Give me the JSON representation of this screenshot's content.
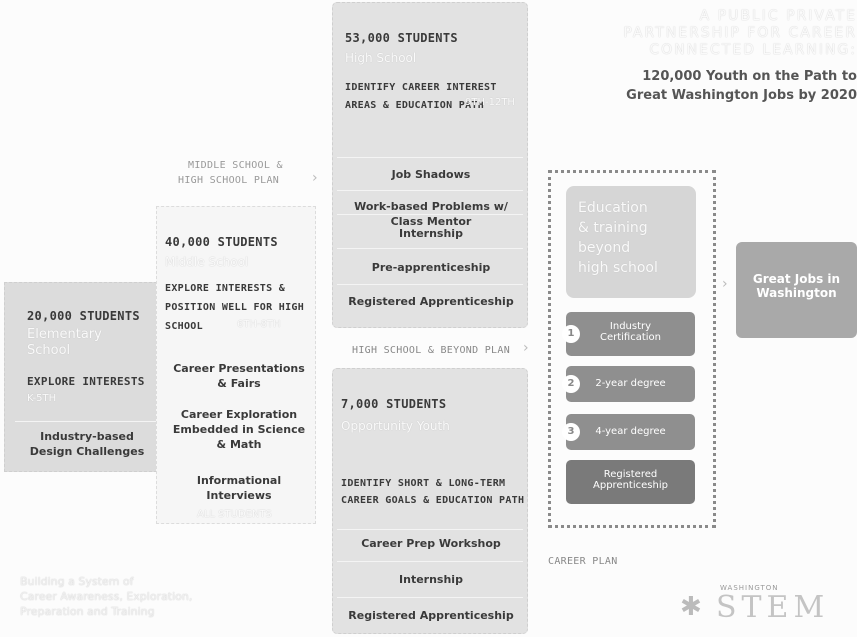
{
  "title": {
    "line1": "A PUBLIC PRIVATE",
    "line2": "PARTNERSHIP FOR CAREER",
    "line3": "CONNECTED LEARNING:",
    "goal1": "120,000 Youth on the Path to",
    "goal2": "Great Washington Jobs by 2020"
  },
  "col_elementary": {
    "heading": "20,000 STUDENTS",
    "sub1": "Elementary",
    "sub2": "School",
    "goal": "EXPLORE INTERESTS",
    "goal_sub": "K-5TH",
    "activity": "Industry-based Design Challenges"
  },
  "col_middle": {
    "plan_label1": "MIDDLE SCHOOL &",
    "plan_label2": "HIGH SCHOOL PLAN",
    "heading": "40,000 STUDENTS",
    "sub": "Middle School",
    "goal": "EXPLORE INTERESTS & POSITION WELL FOR HIGH SCHOOL",
    "goal_sub": "6TH-8TH",
    "activities": [
      "Career Presentations & Fairs",
      "Career Exploration Embedded in Science & Math",
      "Informational Interviews"
    ],
    "footer": "ALL STUDENTS"
  },
  "col_high": {
    "heading": "53,000 STUDENTS",
    "sub": "High School",
    "goal": "IDENTIFY CAREER INTEREST AREAS & EDUCATION PATH",
    "goal_sub": "9TH-12TH",
    "activities": [
      "Job Shadows",
      "Work-based Problems w/ Class Mentor",
      "Internship",
      "Pre-apprenticeship",
      "Registered Apprenticeship"
    ]
  },
  "hs_plan_label": "HIGH SCHOOL & BEYOND PLAN",
  "col_youth": {
    "heading": "7,000 STUDENTS",
    "sub": "Opportunity Youth",
    "goal": "IDENTIFY SHORT & LONG-TERM CAREER GOALS & EDUCATION PATH",
    "activities": [
      "Career Prep Workshop",
      "Internship",
      "Registered Apprenticeship"
    ]
  },
  "career_plan_label": "CAREER PLAN",
  "education": {
    "heading1": "Education",
    "heading2": "& training",
    "heading3": "beyond",
    "heading4": "high school",
    "options": [
      {
        "num": "1",
        "label1": "Industry",
        "label2": "Certification"
      },
      {
        "num": "2",
        "label1": "2-year degree",
        "label2": ""
      },
      {
        "num": "3",
        "label1": "4-year degree",
        "label2": ""
      },
      {
        "num": "",
        "label1": "Registered",
        "label2": "Apprenticeship"
      }
    ]
  },
  "outcome": {
    "line1": "Great Jobs in",
    "line2": "Washington"
  },
  "footer": {
    "line1": "Building a System of",
    "line2": "Career Awareness, Exploration,",
    "line3": "Preparation and Training"
  },
  "logo": {
    "small": "WASHINGTON",
    "big": "STEM",
    "star": "✱"
  },
  "arrow_glyph": "›"
}
